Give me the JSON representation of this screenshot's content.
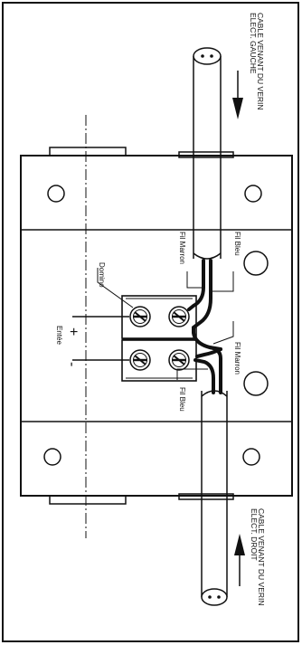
{
  "diagram": {
    "labels": {
      "top_cable_line1": "CABLE VENANT DU VERIN",
      "top_cable_line2": "ELECT. GAUCHE",
      "bottom_cable_line1": "CABLE VENANT DU VERIN",
      "bottom_cable_line2": "ELECT. DROIT",
      "fil_marron_top": "Fil Marron",
      "fil_bleu_top": "Fil Bleu",
      "fil_marron_mid": "Fil Marron",
      "fil_bleu_bottom": "Fil Bleu",
      "domino": "Domino",
      "entree": "Entée",
      "plus_sign": "+",
      "minus_sign": "-"
    }
  }
}
